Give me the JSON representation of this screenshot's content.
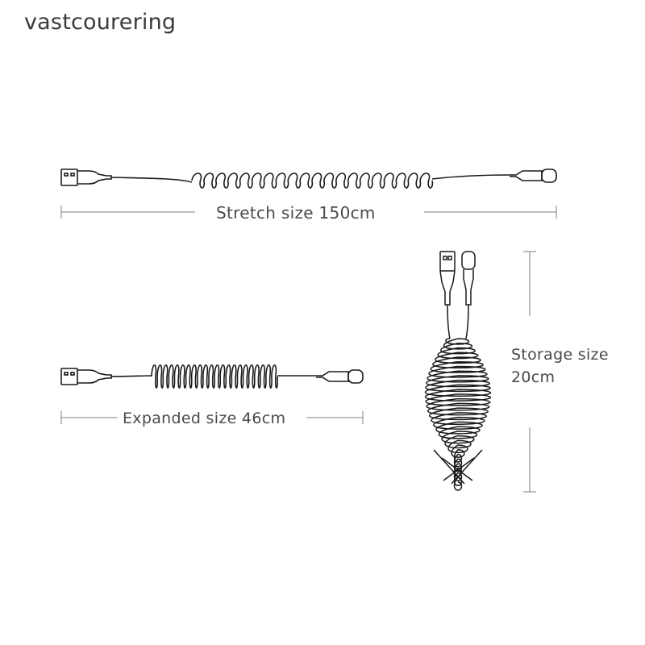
{
  "brand": {
    "text": "vastcourering"
  },
  "dimensions": {
    "stretch": {
      "label": "Stretch size 150cm"
    },
    "expanded": {
      "label": "Expanded size 46cm"
    },
    "storage": {
      "line1": "Storage size",
      "line2": "20cm"
    }
  },
  "colors": {
    "cable": "#1a1a1a",
    "dimension_line": "#9a9a9a",
    "text": "#4a4a4a"
  },
  "icons": {
    "connector_a": "usb-a-connector-icon",
    "connector_c": "usb-c-connector-icon"
  }
}
